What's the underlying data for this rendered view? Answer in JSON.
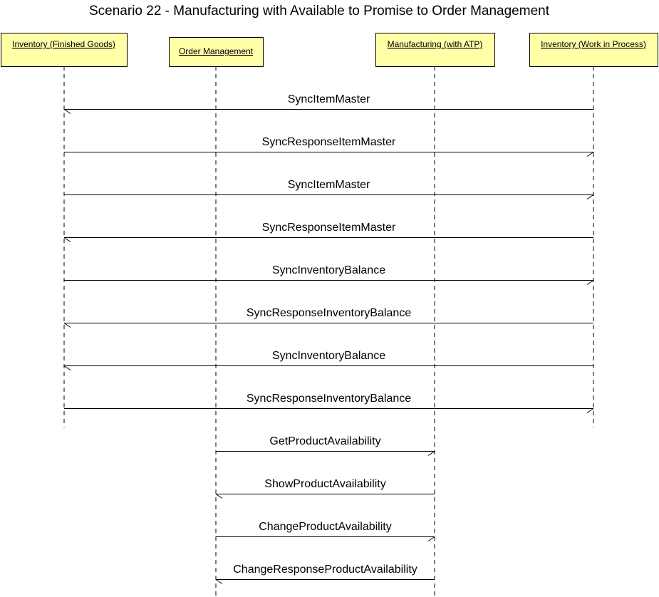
{
  "title": "Scenario 22 - Manufacturing with Available to Promise to Order Management",
  "colors": {
    "actor_fill": "#ffffa8",
    "line": "#000000",
    "background": "#ffffff"
  },
  "actors": [
    {
      "id": "fg",
      "label": "Inventory (Finished Goods)"
    },
    {
      "id": "om",
      "label": "Order Management"
    },
    {
      "id": "mfg",
      "label": "Manufacturing (with ATP)"
    },
    {
      "id": "wip",
      "label": "Inventory (Work in Process)"
    }
  ],
  "messages": [
    {
      "label": "SyncItemMaster",
      "from": "wip",
      "to": "fg"
    },
    {
      "label": "SyncResponseItemMaster",
      "from": "fg",
      "to": "wip"
    },
    {
      "label": "SyncItemMaster",
      "from": "fg",
      "to": "wip"
    },
    {
      "label": "SyncResponseItemMaster",
      "from": "wip",
      "to": "fg"
    },
    {
      "label": "SyncInventoryBalance",
      "from": "fg",
      "to": "wip"
    },
    {
      "label": "SyncResponseInventoryBalance",
      "from": "wip",
      "to": "fg"
    },
    {
      "label": "SyncInventoryBalance",
      "from": "wip",
      "to": "fg"
    },
    {
      "label": "SyncResponseInventoryBalance",
      "from": "fg",
      "to": "wip"
    },
    {
      "label": "GetProductAvailability",
      "from": "om",
      "to": "mfg"
    },
    {
      "label": "ShowProductAvailability",
      "from": "mfg",
      "to": "om"
    },
    {
      "label": "ChangeProductAvailability",
      "from": "om",
      "to": "mfg"
    },
    {
      "label": "ChangeResponseProductAvailability",
      "from": "mfg",
      "to": "om"
    }
  ]
}
